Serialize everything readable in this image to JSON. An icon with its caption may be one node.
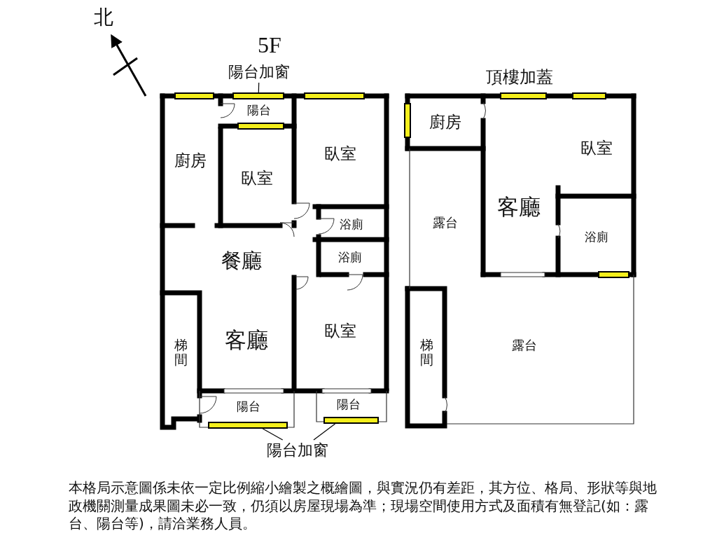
{
  "diagram": {
    "nodes": [
      {
        "text": [
          "陽台加窗"
        ]
      },
      {
        "text": [],
        "shape": "bar"
      },
      {
        "text": [
          "陽台加窗"
        ]
      },
      {
        "text": [],
        "shape": "bar"
      },
      {
        "text": [],
        "shape": "bar"
      }
    ],
    "edges": [
      {
        "from": 0,
        "to": 1,
        "arrow": "none"
      },
      {
        "from": 2,
        "to": 3,
        "arrow": "none"
      },
      {
        "from": 2,
        "to": 4,
        "arrow": "none"
      }
    ],
    "labels": [
      "北",
      "5F",
      "頂樓加蓋",
      "陽台",
      "廚房",
      "臥室",
      "臥室",
      "浴廁",
      "餐廳",
      "浴廁",
      "客廳",
      "梯間",
      "臥室",
      "陽台",
      "陽台",
      "廚房",
      "臥室",
      "客廳",
      "露台",
      "浴廁",
      "梯間",
      "露台",
      "本格局示意圖係未依一定比例縮小繪製之概繪圖，與實況仍有差距，其方位、格局、形狀等與地政機關測量成果圖未必一致，仍須以房屋現場為準；現場空間使用方式及面積有無登記(如：露台、陽台等)，請洽業務人員。"
    ]
  }
}
